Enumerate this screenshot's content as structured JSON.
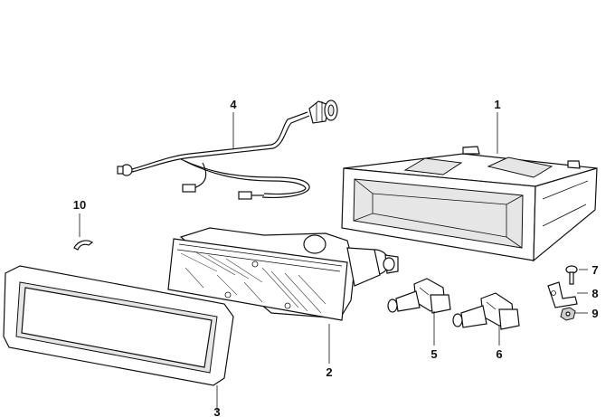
{
  "diagram": {
    "callouts": [
      {
        "id": "1",
        "label": "1",
        "part": "housing"
      },
      {
        "id": "2",
        "label": "2",
        "part": "fog-lamp"
      },
      {
        "id": "3",
        "label": "3",
        "part": "frame"
      },
      {
        "id": "4",
        "label": "4",
        "part": "wiring-harness"
      },
      {
        "id": "5",
        "label": "5",
        "part": "bulb-left"
      },
      {
        "id": "6",
        "label": "6",
        "part": "bulb-right"
      },
      {
        "id": "7",
        "label": "7",
        "part": "screw"
      },
      {
        "id": "8",
        "label": "8",
        "part": "bracket"
      },
      {
        "id": "9",
        "label": "9",
        "part": "nut"
      },
      {
        "id": "10",
        "label": "10",
        "part": "clip"
      }
    ]
  }
}
